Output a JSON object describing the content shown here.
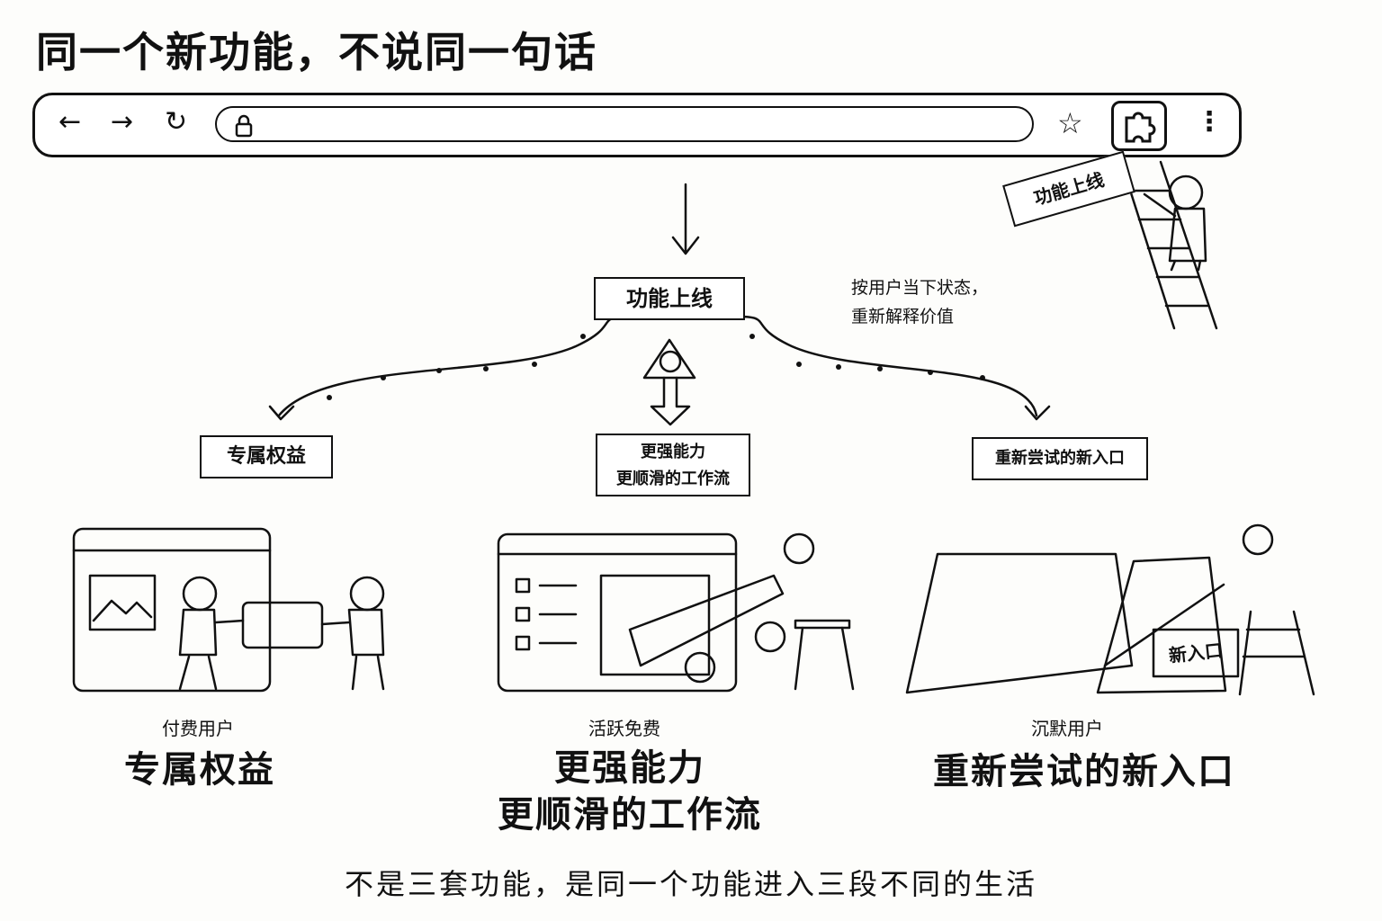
{
  "title": "同一个新功能，不说同一句话",
  "browser": {
    "back_glyph": "←",
    "forward_glyph": "→",
    "reload_glyph": "↻",
    "star_glyph": "☆",
    "menu_glyph": "⋮",
    "lock_icon": "lock-icon",
    "extension_icon": "puzzle-icon"
  },
  "ladder_sign": "功能上线",
  "hub_banner": "功能上线",
  "note_lines": [
    "按用户当下状态，",
    "重新解释价值"
  ],
  "branches": [
    {
      "banner": [
        "专属权益"
      ],
      "segment": "付费用户",
      "headline": [
        "专属权益"
      ]
    },
    {
      "banner": [
        "更强能力",
        "更顺滑的工作流"
      ],
      "segment": "活跃免费",
      "headline": [
        "更强能力",
        "更顺滑的工作流"
      ]
    },
    {
      "banner": [
        "重新尝试的新入口"
      ],
      "segment": "沉默用户",
      "headline": [
        "重新尝试的新入口"
      ],
      "sign": "新入口"
    }
  ],
  "footer": "不是三套功能，是同一个功能进入三段不同的生活"
}
